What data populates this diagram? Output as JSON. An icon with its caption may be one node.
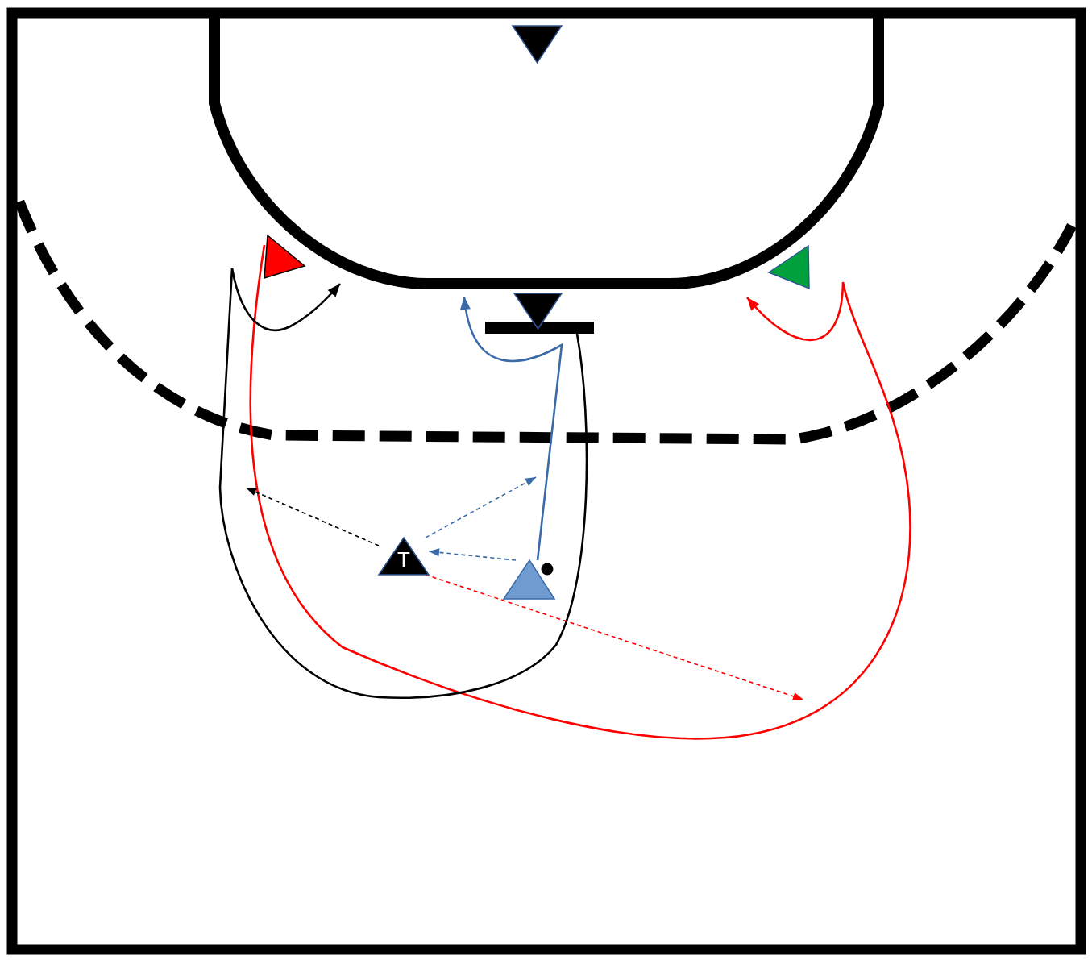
{
  "diagram": {
    "nodes": [
      {
        "text": [],
        "shape": "triangle"
      },
      {
        "text": [],
        "shape": "triangle"
      },
      {
        "text": [],
        "shape": "triangle"
      },
      {
        "text": [],
        "shape": "triangle"
      },
      {
        "text": [],
        "shape": "bar"
      },
      {
        "text": [
          "T"
        ]
      },
      {
        "text": [],
        "shape": "triangle"
      }
    ],
    "edges": [
      {
        "from": 1,
        "to": null,
        "arrow": "to",
        "color": "#ff0000"
      },
      {
        "from": 4,
        "to": null,
        "arrow": "to",
        "color": "#000000"
      },
      {
        "from": 6,
        "to": null,
        "arrow": "to",
        "color": "#3a6aa8"
      },
      {
        "from": 6,
        "to": 5,
        "arrow": "to",
        "style": "dashed",
        "color": "#3a6aa8"
      },
      {
        "from": 5,
        "to": null,
        "arrow": "to",
        "style": "dashed",
        "color": "#3a6aa8"
      },
      {
        "from": 5,
        "to": null,
        "arrow": "to",
        "style": "dashed",
        "color": "#000000"
      },
      {
        "from": 5,
        "to": null,
        "arrow": "to",
        "style": "dashed",
        "color": "#ff0000"
      }
    ]
  }
}
